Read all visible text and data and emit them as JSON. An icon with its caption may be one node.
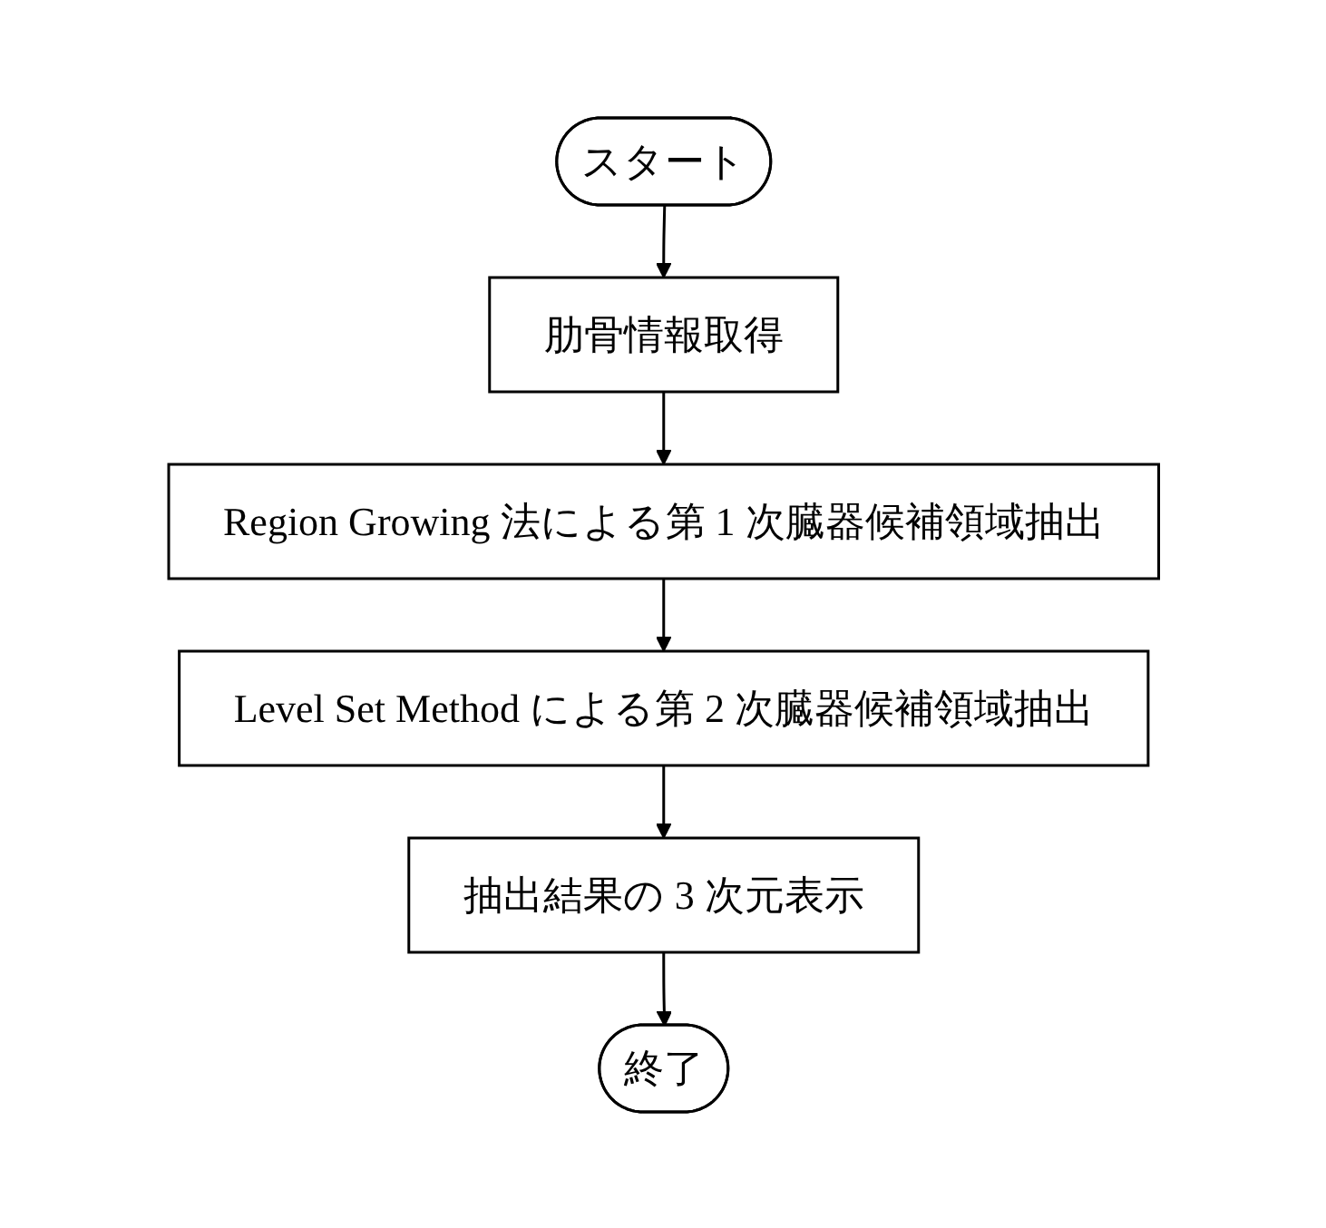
{
  "diagram": {
    "nodes": [
      {
        "text": [
          "スタート"
        ]
      },
      {
        "text": [
          "肋骨情報取得"
        ]
      },
      {
        "text": [
          "Region Growing 法による第 1 次臓器候補領域抽出"
        ]
      },
      {
        "text": [
          "Level Set Method による第 2 次臓器候補領域抽出"
        ]
      },
      {
        "text": [
          "抽出結果の 3 次元表示"
        ]
      },
      {
        "text": [
          "終了"
        ]
      }
    ],
    "edges": [
      {
        "from": 0,
        "to": 1,
        "arrow": "to"
      },
      {
        "from": 1,
        "to": 2,
        "arrow": "to"
      },
      {
        "from": 2,
        "to": 3,
        "arrow": "to"
      },
      {
        "from": 3,
        "to": 4,
        "arrow": "to"
      },
      {
        "from": 4,
        "to": 5,
        "arrow": "to"
      }
    ]
  }
}
